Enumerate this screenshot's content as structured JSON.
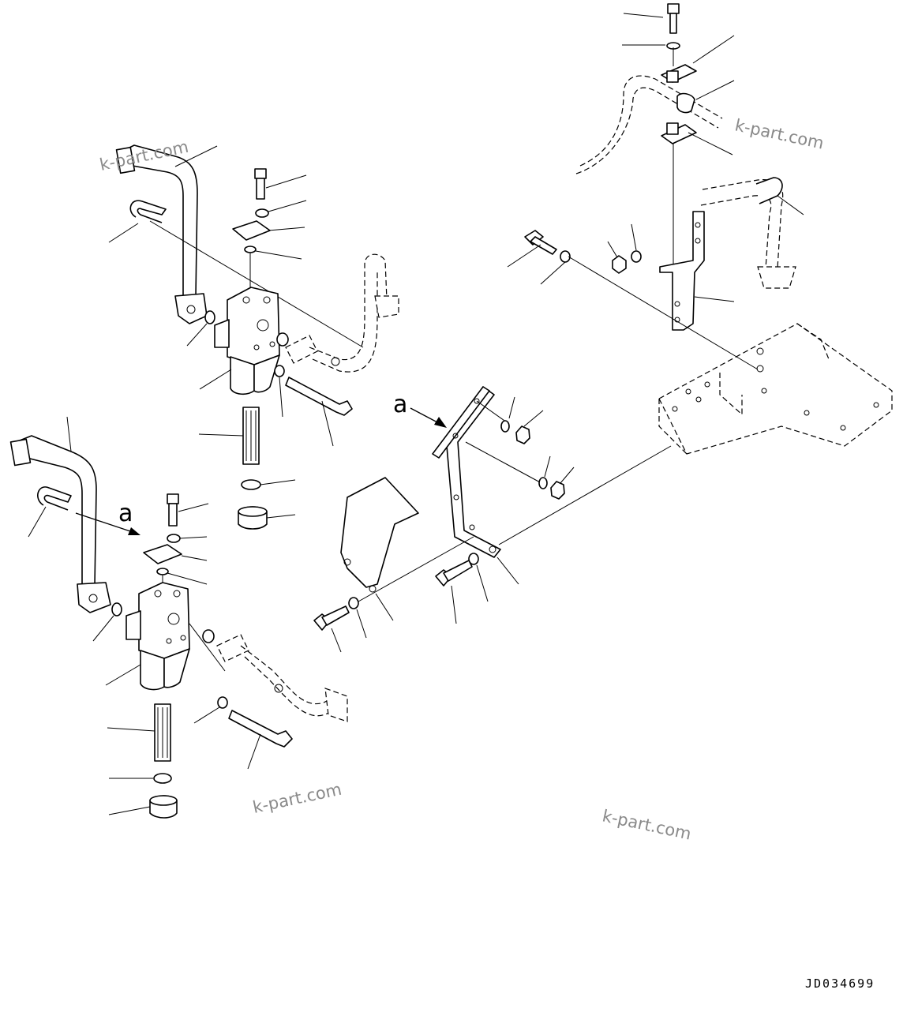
{
  "diagram": {
    "drawing_code": "JD034699",
    "view_reference": "a",
    "watermarks": [
      "k-part.com",
      "k-part.com",
      "k-part.com",
      "k-part.com"
    ]
  }
}
